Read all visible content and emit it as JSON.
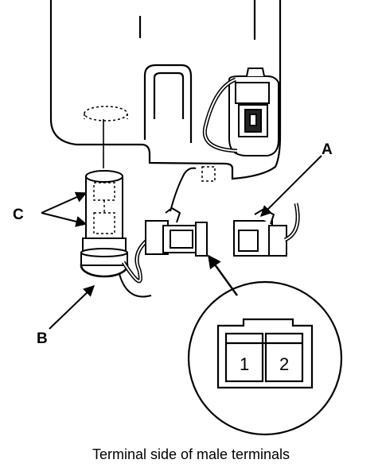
{
  "labels": {
    "a": "A",
    "b": "B",
    "c": "C",
    "pin_1": "1",
    "pin_2": "2"
  },
  "caption": "Terminal side of male terminals",
  "colors": {
    "line": "#000000",
    "background": "#ffffff"
  }
}
